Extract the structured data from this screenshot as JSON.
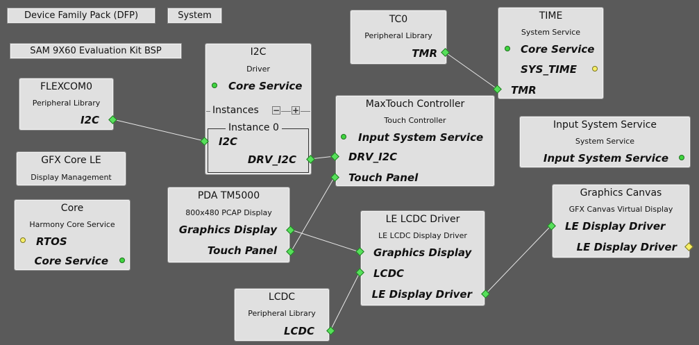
{
  "toolbar": {
    "dfp": "Device Family Pack (DFP)",
    "system": "System",
    "bsp": "SAM 9X60 Evaluation Kit BSP"
  },
  "nodes": {
    "tc0": {
      "title": "TC0",
      "subtitle": "Peripheral Library",
      "ports": {
        "tmr": "TMR"
      }
    },
    "time": {
      "title": "TIME",
      "subtitle": "System Service",
      "ports": {
        "core": "Core Service",
        "sys_time": "SYS_TIME",
        "tmr": "TMR"
      }
    },
    "i2c": {
      "title": "I2C",
      "subtitle": "Driver",
      "ports": {
        "core": "Core Service",
        "i2c": "I2C",
        "drv_i2c": "DRV_I2C"
      },
      "instances_label": "Instances",
      "instance0_label": "Instance 0",
      "minus": "−",
      "plus": "+"
    },
    "flexcom0": {
      "title": "FLEXCOM0",
      "subtitle": "Peripheral Library",
      "ports": {
        "i2c": "I2C"
      }
    },
    "maxtouch": {
      "title": "MaxTouch Controller",
      "subtitle": "Touch Controller",
      "ports": {
        "input": "Input System Service",
        "drv_i2c": "DRV_I2C",
        "touch": "Touch Panel"
      }
    },
    "input_sys": {
      "title": "Input System Service",
      "subtitle": "System Service",
      "ports": {
        "input": "Input System Service"
      }
    },
    "gfx_core": {
      "title": "GFX Core LE",
      "subtitle": "Display Management"
    },
    "core": {
      "title": "Core",
      "subtitle": "Harmony Core Service",
      "ports": {
        "rtos": "RTOS",
        "core": "Core Service"
      }
    },
    "pda": {
      "title": "PDA TM5000",
      "subtitle": "800x480 PCAP Display",
      "ports": {
        "gfx": "Graphics Display",
        "touch": "Touch Panel"
      }
    },
    "le_lcdc": {
      "title": "LE LCDC Driver",
      "subtitle": "LE LCDC Display Driver",
      "ports": {
        "gfx": "Graphics Display",
        "lcdc": "LCDC",
        "le_driver": "LE Display Driver"
      }
    },
    "canvas": {
      "title": "Graphics Canvas",
      "subtitle": "GFX Canvas Virtual Display",
      "ports": {
        "le_in": "LE Display Driver",
        "le_out": "LE Display Driver"
      }
    },
    "lcdc": {
      "title": "LCDC",
      "subtitle": "Peripheral Library",
      "ports": {
        "lcdc": "LCDC"
      }
    }
  },
  "colors": {
    "background": "#5a5a5a",
    "node": "#e0e0e0",
    "connected": "#56e05a",
    "unconnected": "#f6ee68",
    "wire": "#e8e8e8"
  }
}
